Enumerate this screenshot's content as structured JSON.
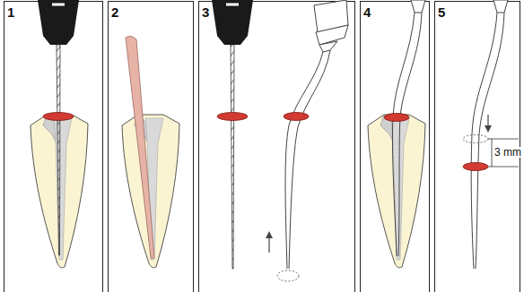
{
  "diagram": {
    "labels": [
      "1",
      "2",
      "3",
      "4",
      "5",
      "3 mm"
    ]
  }
}
